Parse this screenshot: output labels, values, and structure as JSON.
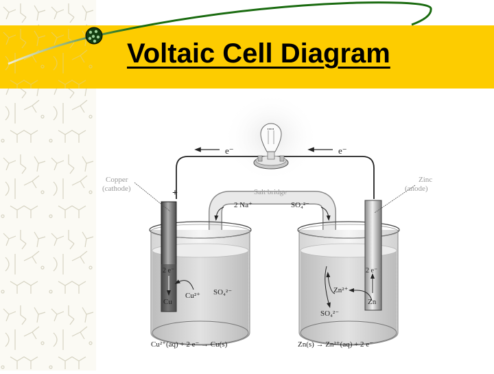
{
  "slide": {
    "title": "Voltaic Cell Diagram",
    "colors": {
      "banner": "#fdcc00",
      "swoosh": "#1a6b10",
      "title_text": "#000000",
      "background": "#ffffff"
    }
  },
  "diagram": {
    "electron_flow_left": "e⁻",
    "electron_flow_right": "e⁻",
    "bulb": "light-bulb-icon",
    "salt_bridge_label": "Salt bridge",
    "salt_bridge_cation": "2 Na⁺",
    "salt_bridge_anion": "SO₄²⁻",
    "cathode": {
      "label_line1": "Copper",
      "label_line2": "(cathode)",
      "polarity": "+",
      "electrode_electrons": "2 e⁻",
      "ion": "Cu²⁺",
      "electrode_symbol": "Cu",
      "bridge_ion": "SO₄²⁻",
      "half_reaction": "Cu²⁺(aq) + 2 e⁻ → Cu(s)"
    },
    "anode": {
      "label_line1": "Zinc",
      "label_line2": "(anode)",
      "electrode_electrons": "2 e⁻",
      "ion": "Zn²⁺",
      "electrode_symbol": "Zn",
      "released_ion": "SO₄²⁻",
      "half_reaction": "Zn(s) → Zn²⁺(aq) + 2 e⁻"
    }
  }
}
